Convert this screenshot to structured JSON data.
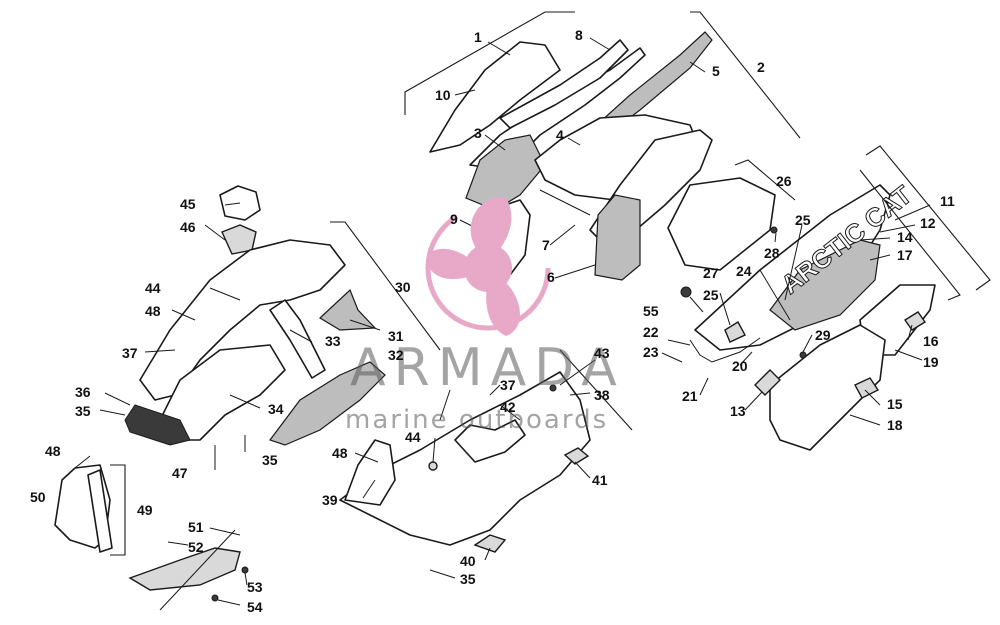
{
  "watermark": {
    "title": "ARMADA",
    "subtitle": "marine outboards",
    "logo_icon": "propeller-icon",
    "logo_color": "#e8a9c8"
  },
  "decal_text": "ARCTIC CAT",
  "callouts": [
    {
      "id": "c1",
      "label": "1"
    },
    {
      "id": "c2",
      "label": "2"
    },
    {
      "id": "c3",
      "label": "3"
    },
    {
      "id": "c4",
      "label": "4"
    },
    {
      "id": "c5",
      "label": "5"
    },
    {
      "id": "c6",
      "label": "6"
    },
    {
      "id": "c7",
      "label": "7"
    },
    {
      "id": "c8",
      "label": "8"
    },
    {
      "id": "c9",
      "label": "9"
    },
    {
      "id": "c10",
      "label": "10"
    },
    {
      "id": "c11",
      "label": "11"
    },
    {
      "id": "c12",
      "label": "12"
    },
    {
      "id": "c13",
      "label": "13"
    },
    {
      "id": "c14",
      "label": "14"
    },
    {
      "id": "c15",
      "label": "15"
    },
    {
      "id": "c16",
      "label": "16"
    },
    {
      "id": "c17",
      "label": "17"
    },
    {
      "id": "c18",
      "label": "18"
    },
    {
      "id": "c19",
      "label": "19"
    },
    {
      "id": "c20",
      "label": "20"
    },
    {
      "id": "c21",
      "label": "21"
    },
    {
      "id": "c22",
      "label": "22"
    },
    {
      "id": "c23",
      "label": "23"
    },
    {
      "id": "c24",
      "label": "24"
    },
    {
      "id": "c25a",
      "label": "25"
    },
    {
      "id": "c25b",
      "label": "25"
    },
    {
      "id": "c26",
      "label": "26"
    },
    {
      "id": "c27",
      "label": "27"
    },
    {
      "id": "c28",
      "label": "28"
    },
    {
      "id": "c29",
      "label": "29"
    },
    {
      "id": "c30",
      "label": "30"
    },
    {
      "id": "c31",
      "label": "31"
    },
    {
      "id": "c32",
      "label": "32"
    },
    {
      "id": "c33",
      "label": "33"
    },
    {
      "id": "c34",
      "label": "34"
    },
    {
      "id": "c35a",
      "label": "35"
    },
    {
      "id": "c35b",
      "label": "35"
    },
    {
      "id": "c35c",
      "label": "35"
    },
    {
      "id": "c36",
      "label": "36"
    },
    {
      "id": "c37a",
      "label": "37"
    },
    {
      "id": "c37b",
      "label": "37"
    },
    {
      "id": "c38",
      "label": "38"
    },
    {
      "id": "c39",
      "label": "39"
    },
    {
      "id": "c40",
      "label": "40"
    },
    {
      "id": "c41",
      "label": "41"
    },
    {
      "id": "c42",
      "label": "42"
    },
    {
      "id": "c43",
      "label": "43"
    },
    {
      "id": "c44a",
      "label": "44"
    },
    {
      "id": "c44b",
      "label": "44"
    },
    {
      "id": "c45",
      "label": "45"
    },
    {
      "id": "c46",
      "label": "46"
    },
    {
      "id": "c47",
      "label": "47"
    },
    {
      "id": "c48a",
      "label": "48"
    },
    {
      "id": "c48b",
      "label": "48"
    },
    {
      "id": "c48c",
      "label": "48"
    },
    {
      "id": "c49",
      "label": "49"
    },
    {
      "id": "c50",
      "label": "50"
    },
    {
      "id": "c51",
      "label": "51"
    },
    {
      "id": "c52",
      "label": "52"
    },
    {
      "id": "c53",
      "label": "53"
    },
    {
      "id": "c54",
      "label": "54"
    },
    {
      "id": "c55",
      "label": "55"
    }
  ]
}
